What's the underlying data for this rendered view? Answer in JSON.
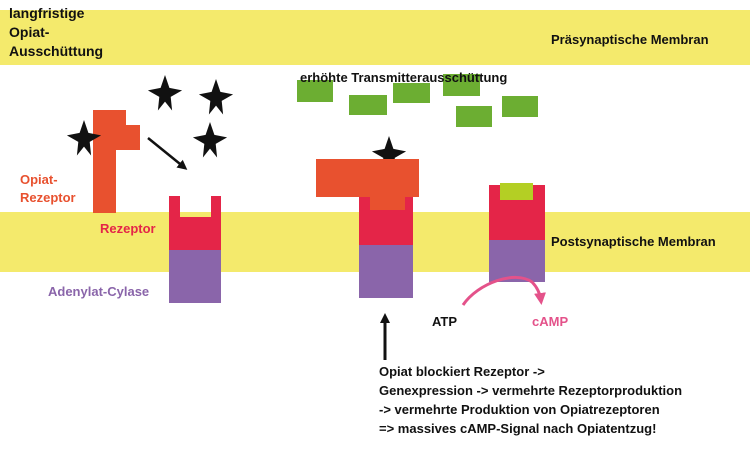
{
  "labels": {
    "corner_note_line1": "langfristige",
    "corner_note_line2": "Opiat-",
    "corner_note_line3": "Ausschüttung",
    "presynaptic": "Präsynaptische Membran",
    "postsynaptic": "Postsynaptische Membran",
    "transmitter": "erhöhte Transmitterausschüttung",
    "opiate_receptor_line1": "Opiat-",
    "opiate_receptor_line2": "Rezeptor",
    "receptor": "Rezeptor",
    "adenylate_cyclase": "Adenylat-Cylase",
    "atp": "ATP",
    "camp": "cAMP",
    "note_line1": "Opiat blockiert Rezeptor ->",
    "note_line2": "Genexpression -> vermehrte Rezeptorproduktion",
    "note_line3": "-> vermehrte Produktion von Opiatrezeptoren",
    "note_line4": "=> massives cAMP-Signal nach Opiatentzug!"
  },
  "colors": {
    "membrane": "#f4ea6c",
    "opiate_receptor": "#e8512f",
    "receptor": "#e42548",
    "cyclase": "#8a65aa",
    "transmitter": "#6cae32",
    "transmitter_bound": "#b4cf24",
    "camp": "#e4528a",
    "star": "#111111"
  }
}
